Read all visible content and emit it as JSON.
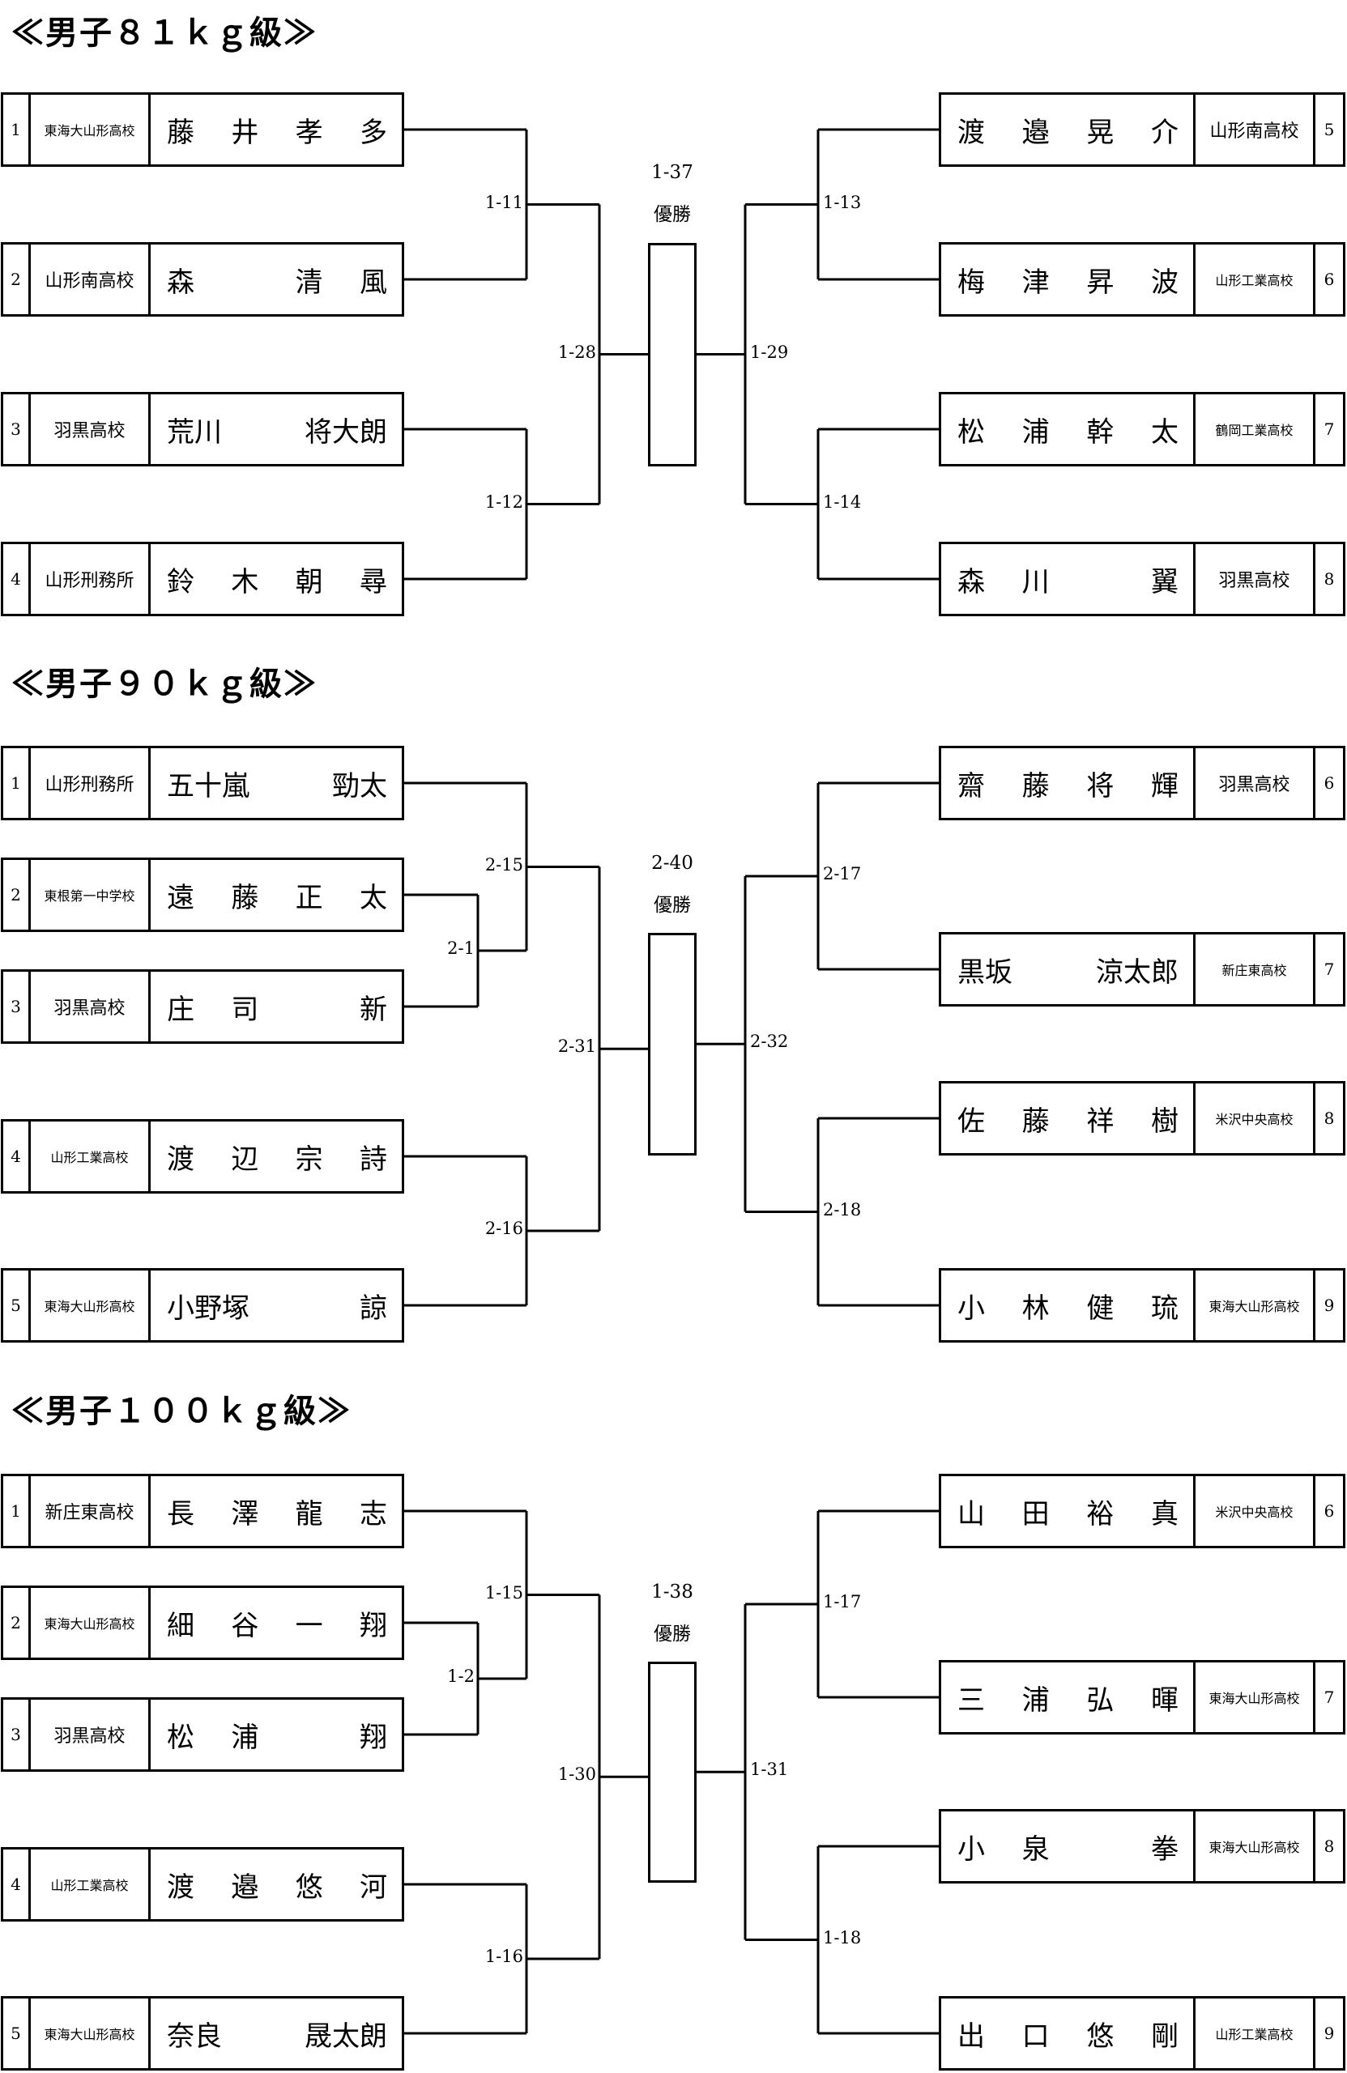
{
  "sections": [
    {
      "title": "≪男子８１ｋｇ級≫",
      "final": {
        "match": "1-37",
        "label": "優勝"
      },
      "left_entries": [
        {
          "seed": "1",
          "school": "東海大山形高校",
          "name": "藤 井 孝 多",
          "small": true
        },
        {
          "seed": "2",
          "school": "山形南高校",
          "name": "森 　 清 風",
          "small": false
        },
        {
          "seed": "3",
          "school": "羽黒高校",
          "name": "荒川 将大朗",
          "small": false
        },
        {
          "seed": "4",
          "school": "山形刑務所",
          "name": "鈴 木 朝 尋",
          "small": false
        }
      ],
      "right_entries": [
        {
          "seed": "5",
          "school": "山形南高校",
          "name": "渡 邉 晃 介",
          "small": false
        },
        {
          "seed": "6",
          "school": "山形工業高校",
          "name": "梅 津 昇 波",
          "small": true
        },
        {
          "seed": "7",
          "school": "鶴岡工業高校",
          "name": "松 浦 幹 太",
          "small": true
        },
        {
          "seed": "8",
          "school": "羽黒高校",
          "name": "森 川 　 翼",
          "small": false
        }
      ],
      "matches": {
        "l1": "1-11",
        "l2": "1-12",
        "lsemi": "1-28",
        "r1": "1-13",
        "r2": "1-14",
        "rsemi": "1-29"
      }
    },
    {
      "title": "≪男子９０ｋｇ級≫",
      "final": {
        "match": "2-40",
        "label": "優勝"
      },
      "left_entries": [
        {
          "seed": "1",
          "school": "山形刑務所",
          "name": "五十嵐 勁太",
          "small": false
        },
        {
          "seed": "2",
          "school": "東根第一中学校",
          "name": "遠 藤 正 太",
          "small": true
        },
        {
          "seed": "3",
          "school": "羽黒高校",
          "name": "庄 司 　 新",
          "small": false
        },
        {
          "seed": "4",
          "school": "山形工業高校",
          "name": "渡 辺 宗 詩",
          "small": true
        },
        {
          "seed": "5",
          "school": "東海大山形高校",
          "name": "小野塚 　 諒",
          "small": true
        }
      ],
      "right_entries": [
        {
          "seed": "6",
          "school": "羽黒高校",
          "name": "齋 藤 将 輝",
          "small": false
        },
        {
          "seed": "7",
          "school": "新庄東高校",
          "name": "黒坂 涼太郎",
          "small": true
        },
        {
          "seed": "8",
          "school": "米沢中央高校",
          "name": "佐 藤 祥 樹",
          "small": true
        },
        {
          "seed": "9",
          "school": "東海大山形高校",
          "name": "小 林 健 琉",
          "small": true
        }
      ],
      "matches": {
        "l0": "2-1",
        "l1": "2-15",
        "l2": "2-16",
        "lsemi": "2-31",
        "r1": "2-17",
        "r2": "2-18",
        "rsemi": "2-32"
      }
    },
    {
      "title": "≪男子１００ｋｇ級≫",
      "final": {
        "match": "1-38",
        "label": "優勝"
      },
      "left_entries": [
        {
          "seed": "1",
          "school": "新庄東高校",
          "name": "長 澤 龍 志",
          "small": false
        },
        {
          "seed": "2",
          "school": "東海大山形高校",
          "name": "細 谷 一 翔",
          "small": true
        },
        {
          "seed": "3",
          "school": "羽黒高校",
          "name": "松 浦 　 翔",
          "small": false
        },
        {
          "seed": "4",
          "school": "山形工業高校",
          "name": "渡 邉 悠 河",
          "small": true
        },
        {
          "seed": "5",
          "school": "東海大山形高校",
          "name": "奈良 晟太朗",
          "small": true
        }
      ],
      "right_entries": [
        {
          "seed": "6",
          "school": "米沢中央高校",
          "name": "山 田 裕 真",
          "small": true
        },
        {
          "seed": "7",
          "school": "東海大山形高校",
          "name": "三 浦 弘 暉",
          "small": true
        },
        {
          "seed": "8",
          "school": "東海大山形高校",
          "name": "小 泉 　 拳",
          "small": true
        },
        {
          "seed": "9",
          "school": "山形工業高校",
          "name": "出 口 悠 剛",
          "small": true
        }
      ],
      "matches": {
        "l0": "1-2",
        "l1": "1-15",
        "l2": "1-16",
        "lsemi": "1-30",
        "r1": "1-17",
        "r2": "1-18",
        "rsemi": "1-31"
      }
    }
  ]
}
